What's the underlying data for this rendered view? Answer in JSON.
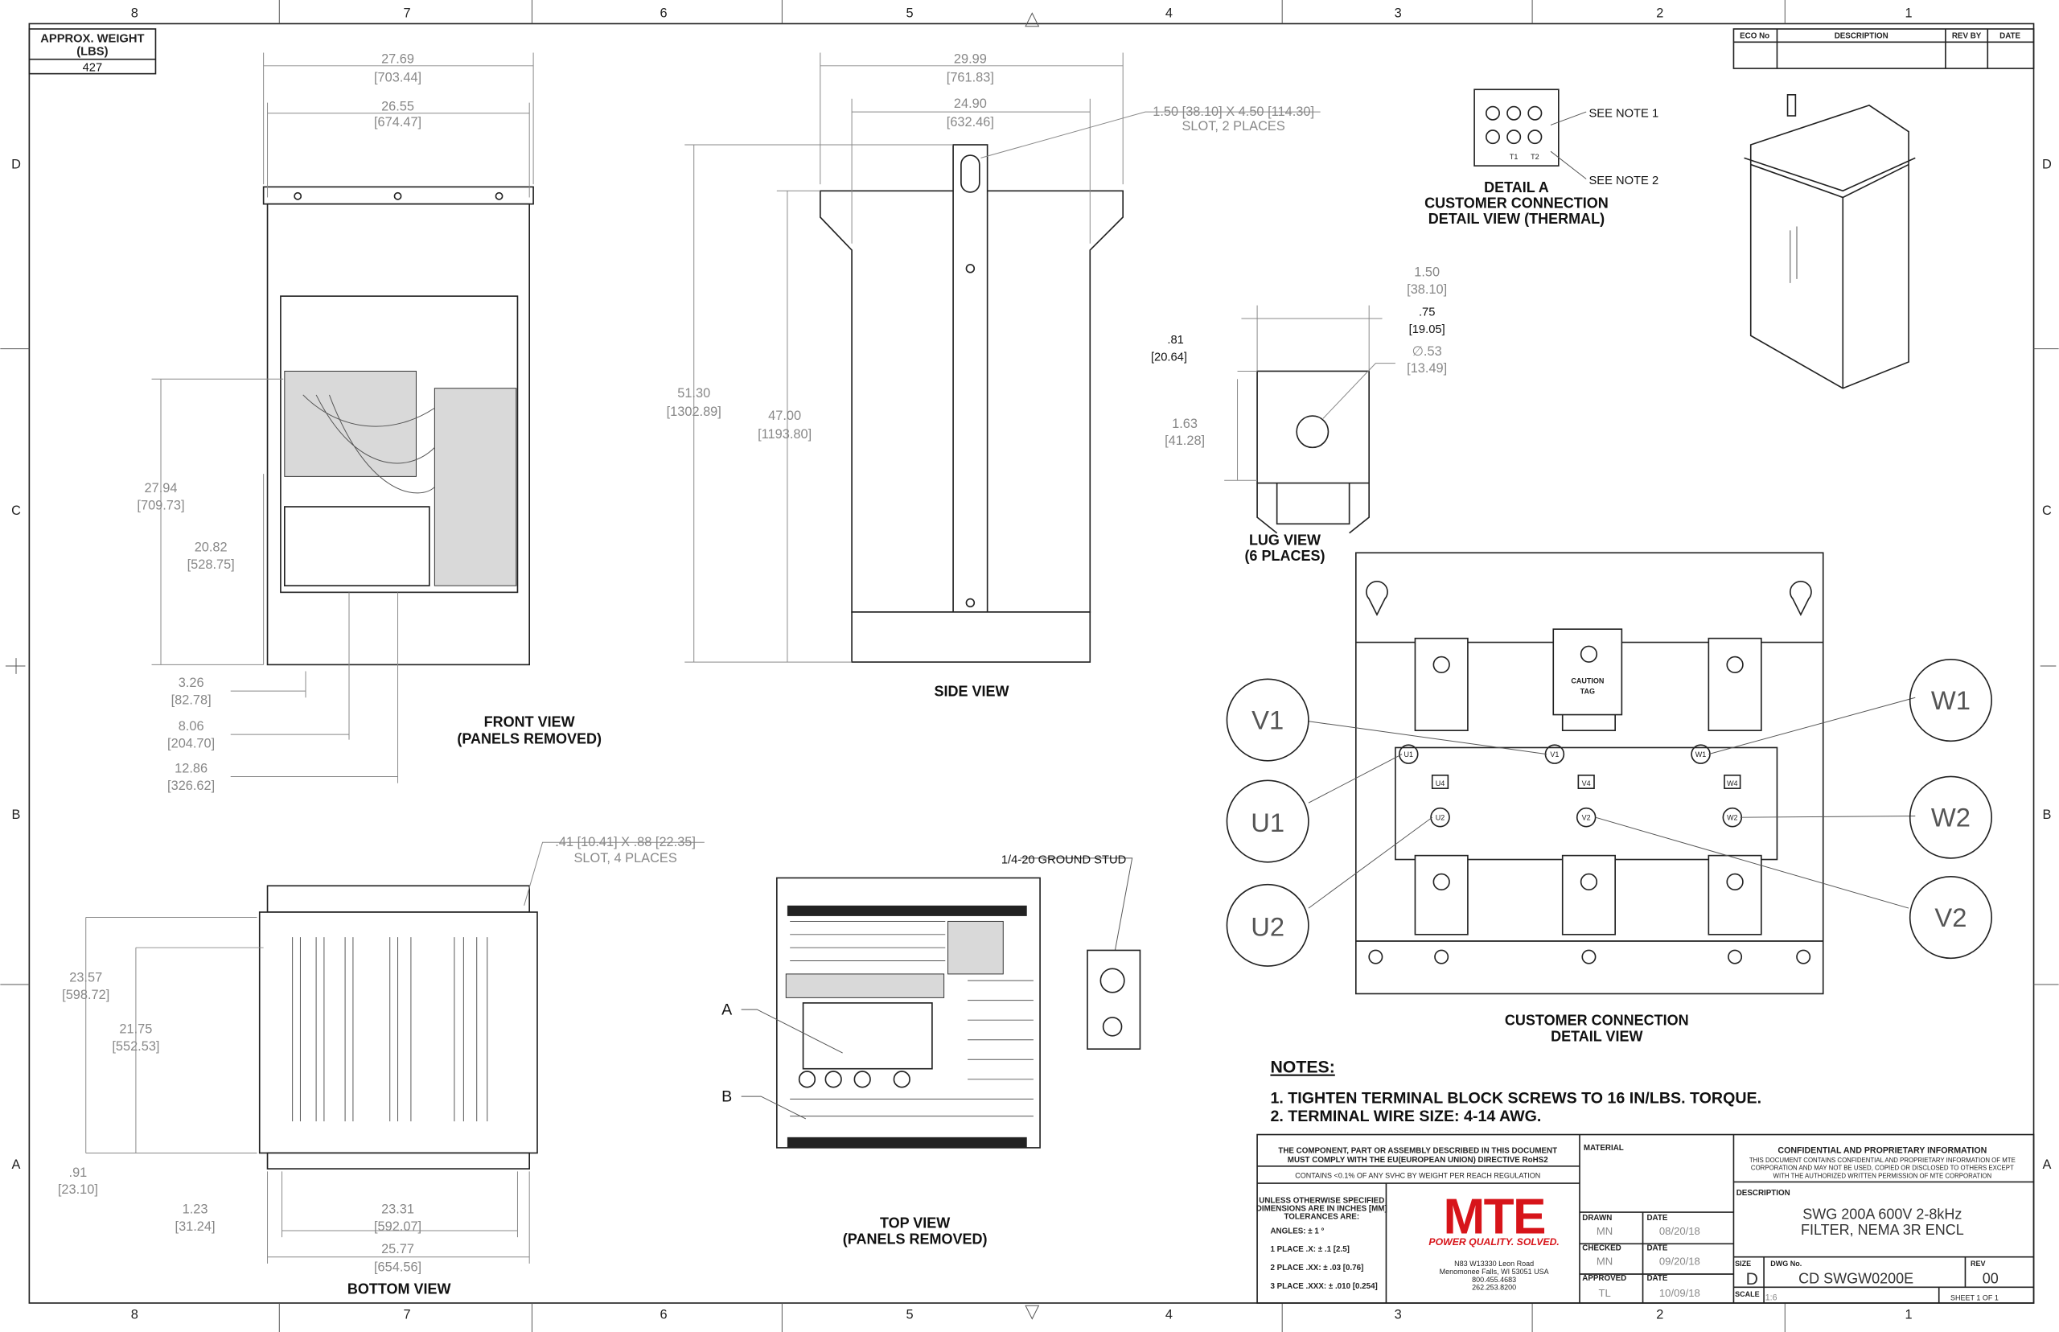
{
  "zones": {
    "cols": [
      "8",
      "7",
      "6",
      "5",
      "4",
      "3",
      "2",
      "1"
    ],
    "rows": [
      "D",
      "C",
      "B",
      "A"
    ]
  },
  "weight": {
    "label": "APPROX. WEIGHT (LBS)",
    "label1": "APPROX. WEIGHT",
    "label2": "(LBS)",
    "value": "427"
  },
  "rev_table": {
    "headers": [
      "ECO No",
      "DESCRIPTION",
      "REV BY",
      "DATE"
    ]
  },
  "views": {
    "front": {
      "title1": "FRONT VIEW",
      "title2": "(PANELS REMOVED)"
    },
    "side": {
      "title": "SIDE VIEW"
    },
    "bottom": {
      "title": "BOTTOM VIEW"
    },
    "top": {
      "title1": "TOP VIEW",
      "title2": "(PANELS REMOVED)",
      "callout_a": "A",
      "callout_b": "B",
      "ground_stud": "1/4-20 GROUND STUD"
    },
    "detail_a": {
      "title1": "DETAIL A",
      "title2": "CUSTOMER CONNECTION",
      "title3": "DETAIL VIEW (THERMAL)",
      "note1": "SEE NOTE 1",
      "note2": "SEE NOTE 2",
      "t1": "T1",
      "t2": "T2"
    },
    "lug": {
      "title1": "LUG VIEW",
      "title2": "(6 PLACES)"
    },
    "customer": {
      "title1": "CUSTOMER CONNECTION",
      "title2": "DETAIL VIEW",
      "caution1": "CAUTION",
      "caution2": "TAG",
      "bubbles": [
        "V1",
        "U1",
        "U2",
        "W1",
        "W2",
        "V2"
      ],
      "terminals": [
        "U1",
        "U4",
        "U2",
        "V1",
        "V4",
        "V2",
        "W1",
        "W4",
        "W2"
      ]
    }
  },
  "dims": {
    "front": [
      [
        "27.69",
        "[703.44]"
      ],
      [
        "26.55",
        "[674.47]"
      ],
      [
        "27.94",
        "[709.73]"
      ],
      [
        "20.82",
        "[528.75]"
      ],
      [
        "3.26",
        "[82.78]"
      ],
      [
        "8.06",
        "[204.70]"
      ],
      [
        "12.86",
        "[326.62]"
      ]
    ],
    "side": [
      [
        "29.99",
        "[761.83]"
      ],
      [
        "24.90",
        "[632.46]"
      ],
      [
        "51.30",
        "[1302.89]"
      ],
      [
        "47.00",
        "[1193.80]"
      ]
    ],
    "slot_side": [
      "1.50 [38.10] X 4.50 [114.30]",
      "SLOT, 2 PLACES"
    ],
    "lug": [
      [
        "1.50",
        "[38.10]"
      ],
      [
        ".75",
        "[19.05]"
      ],
      [
        ".81",
        "[20.64]"
      ],
      [
        "∅.53",
        "[13.49]"
      ],
      [
        "1.63",
        "[41.28]"
      ]
    ],
    "bottom": [
      [
        "23.57",
        "[598.72]"
      ],
      [
        "21.75",
        "[552.53]"
      ],
      [
        ".91",
        "[23.10]"
      ],
      [
        "1.23",
        "[31.24]"
      ],
      [
        "23.31",
        "[592.07]"
      ],
      [
        "25.77",
        "[654.56]"
      ]
    ],
    "slot_bottom": [
      ".41 [10.41] X .88 [22.35]",
      "SLOT, 4 PLACES"
    ]
  },
  "notes": {
    "title": "NOTES:",
    "items": [
      "1.  TIGHTEN TERMINAL BLOCK SCREWS TO 16 IN/LBS. TORQUE.",
      "2.  TERMINAL WIRE SIZE: 4-14 AWG."
    ]
  },
  "title_block": {
    "rohs1": "THE COMPONENT, PART OR ASSEMBLY DESCRIBED IN THIS DOCUMENT",
    "rohs2": "MUST COMPLY WITH THE EU(EUROPEAN UNION) DIRECTIVE RoHS2",
    "reach": "CONTAINS <0.1% OF ANY SVHC BY WEIGHT PER REACH REGULATION",
    "tol1": "UNLESS OTHERWISE SPECIFIED",
    "tol2": "DIMENSIONS ARE IN INCHES [MM]",
    "tol3": "TOLERANCES ARE:",
    "angles": "ANGLES: ± 1 °",
    "place1": "1 PLACE .X: ± .1 [2.5]",
    "place2": "2 PLACE .XX: ± .03 [0.76]",
    "place3": "3 PLACE .XXX: ± .010 [0.254]",
    "logo": "MTE",
    "tagline": "POWER QUALITY. SOLVED.",
    "address": [
      "N83 W13330 Leon Road",
      "Menomonee Falls, WI 53051 USA",
      "800.455.4683",
      "262.253.8200"
    ],
    "material_label": "MATERIAL",
    "drawn_label": "DRAWN",
    "drawn": "MN",
    "drawn_date": "08/20/18",
    "checked_label": "CHECKED",
    "checked": "MN",
    "checked_date": "09/20/18",
    "approved_label": "APPROVED",
    "approved": "TL",
    "approved_date": "10/09/18",
    "date_label": "DATE",
    "conf_title": "CONFIDENTIAL AND PROPRIETARY INFORMATION",
    "conf1": "THIS DOCUMENT CONTAINS CONFIDENTIAL AND PROPRIETARY INFORMATION OF MTE",
    "conf2": "CORPORATION AND MAY NOT BE USED, COPIED OR DISCLOSED TO OTHERS EXCEPT",
    "conf3": "WITH THE AUTHORIZED WRITTEN PERMISSION OF MTE CORPORATION",
    "description_label": "DESCRIPTION",
    "description1": "SWG 200A 600V 2-8kHz",
    "description2": "FILTER, NEMA 3R ENCL",
    "size_label": "SIZE",
    "size": "D",
    "dwg_label": "DWG No.",
    "dwg": "CD SWGW0200E",
    "rev_label": "REV",
    "rev": "00",
    "scale_label": "SCALE",
    "scale": "1:6",
    "sheet": "SHEET 1  OF 1"
  },
  "colors": {
    "brand": "#d7141a"
  }
}
